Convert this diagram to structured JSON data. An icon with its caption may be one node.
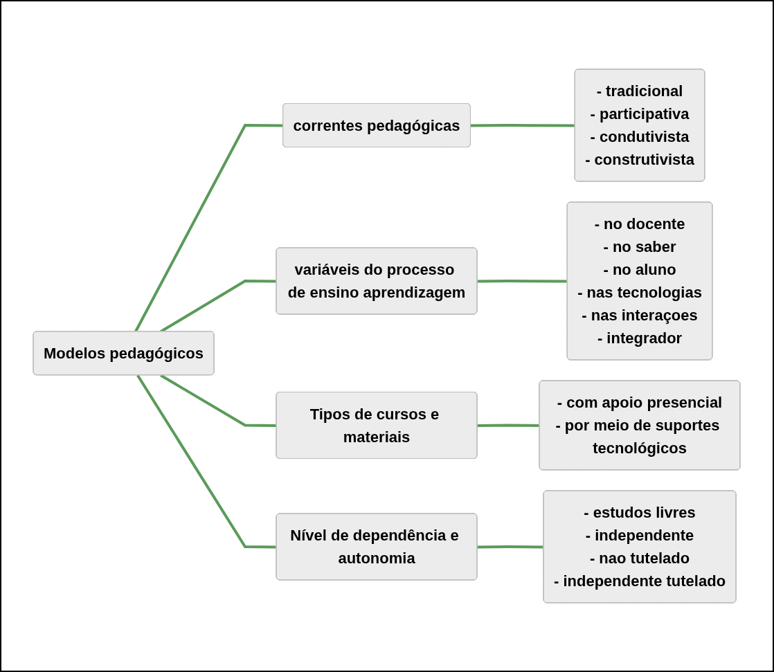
{
  "diagram": {
    "nodes": [
      {
        "text": [
          "Modelos pedagógicos"
        ]
      },
      {
        "text": [
          "correntes pedagógicas"
        ]
      },
      {
        "text": [
          "- tradicional",
          "- participativa",
          "- condutivista",
          "- construtivista"
        ]
      },
      {
        "text": [
          "variáveis do processo de ensino aprendizagem"
        ]
      },
      {
        "text": [
          "- no docente",
          "- no saber",
          "- no aluno",
          "- nas tecnologias",
          "- nas interaçoes",
          "- integrador"
        ]
      },
      {
        "text": [
          "Tipos de cursos e materiais"
        ]
      },
      {
        "text": [
          "- com apoio presencial",
          "- por meio de suportes tecnológicos"
        ]
      },
      {
        "text": [
          "Nível de dependência e autonomia"
        ]
      },
      {
        "text": [
          "- estudos livres",
          "- independente",
          "- nao tutelado",
          "- independente tutelado"
        ]
      }
    ],
    "edges": [
      {
        "from": 0,
        "to": 1,
        "arrow": "none"
      },
      {
        "from": 0,
        "to": 3,
        "arrow": "none"
      },
      {
        "from": 0,
        "to": 5,
        "arrow": "none"
      },
      {
        "from": 0,
        "to": 7,
        "arrow": "none"
      },
      {
        "from": 1,
        "to": 2,
        "arrow": "none"
      },
      {
        "from": 3,
        "to": 4,
        "arrow": "none"
      },
      {
        "from": 5,
        "to": 6,
        "arrow": "none"
      },
      {
        "from": 7,
        "to": 8,
        "arrow": "none"
      }
    ]
  }
}
